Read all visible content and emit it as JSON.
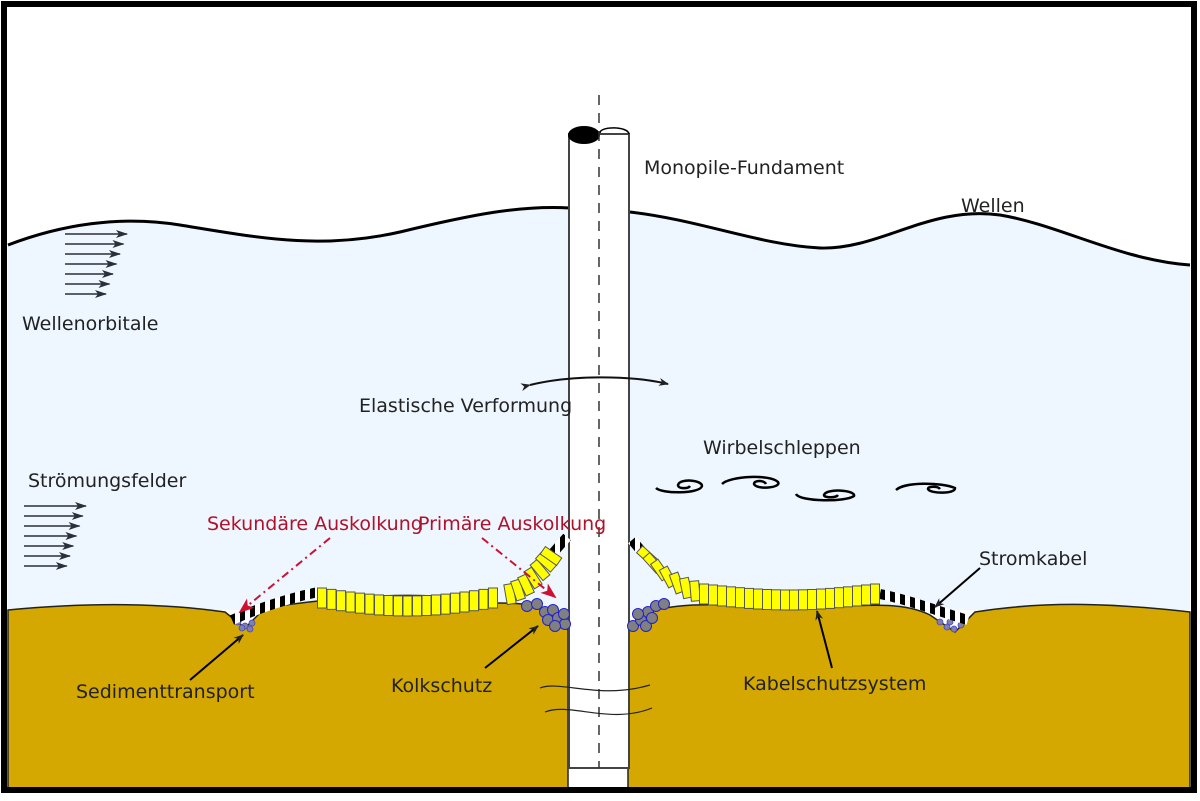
{
  "title": "Monopile offshore foundation scour and loading diagram",
  "colors": {
    "sky": "#ffffff",
    "water": "#eef6ff",
    "seabed": "#d4a800",
    "frame": "#000000",
    "cable_protection": "#ffff00",
    "scour_protection_fill": "#808080",
    "scour_protection_stroke": "#2222cc",
    "scour_label": "#b0122a",
    "text": "#222222"
  },
  "labels": {
    "monopile": "Monopile-Fundament",
    "waves": "Wellen",
    "wave_orbitals": "Wellenorbitale",
    "elastic_deformation": "Elastische Verformung",
    "vortex_shedding": "Wirbelschleppen",
    "current_fields": "Strömungsfelder",
    "secondary_scour": "Sekundäre Auskolkung",
    "primary_scour": "Primäre Auskolkung",
    "power_cable": "Stromkabel",
    "sediment_transport": "Sedimenttransport",
    "scour_protection": "Kolkschutz",
    "cable_protection_system": "Kabelschutzsystem"
  },
  "icons": {
    "wave_orbital_arrows": "arrow-right-icon",
    "current_arrows": "arrow-right-icon",
    "vortex": "spiral-icon",
    "deformation_arrow": "double-arrow-icon"
  },
  "counts": {
    "wave_orbital_arrows": 7,
    "current_arrows": 7,
    "vortices": 4
  }
}
